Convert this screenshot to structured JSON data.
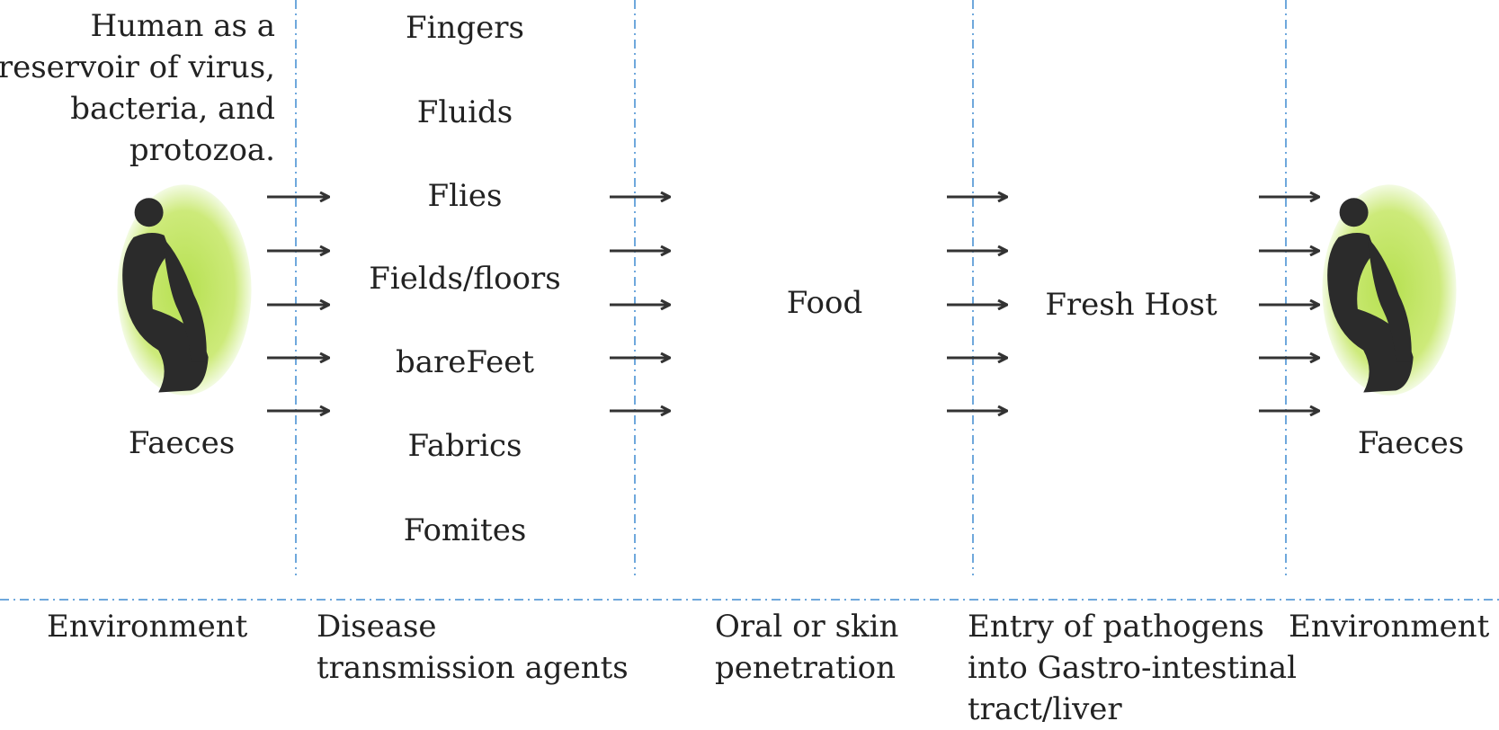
{
  "reservoir_note": [
    "Human as a",
    "reservoir of virus,",
    "bacteria, and",
    "protozoa."
  ],
  "agents": [
    "Fingers",
    "Fluids",
    "Flies",
    "Fields/floors",
    "bareFeet",
    "Fabrics",
    "Fomites"
  ],
  "food_label": "Food",
  "host_label": "Fresh Host",
  "left_faeces_label": "Faeces",
  "right_faeces_label": "Faeces",
  "stages": {
    "environment_left": [
      "Environment"
    ],
    "transmission": [
      "Disease",
      "transmission agents"
    ],
    "penetration": [
      "Oral or skin",
      "penetration"
    ],
    "entry": [
      "Entry of pathogens",
      "into Gastro-intestinal",
      "tract/liver"
    ],
    "environment_right": [
      "Environment"
    ]
  },
  "colors": {
    "divider": "#6fa8dc",
    "arrow": "#333333",
    "figure": "#2b2b2b",
    "halo": "#c5e86c",
    "text": "#222222"
  },
  "icons": {
    "person": "squatting-person-icon",
    "arrow": "right-arrow-icon"
  }
}
